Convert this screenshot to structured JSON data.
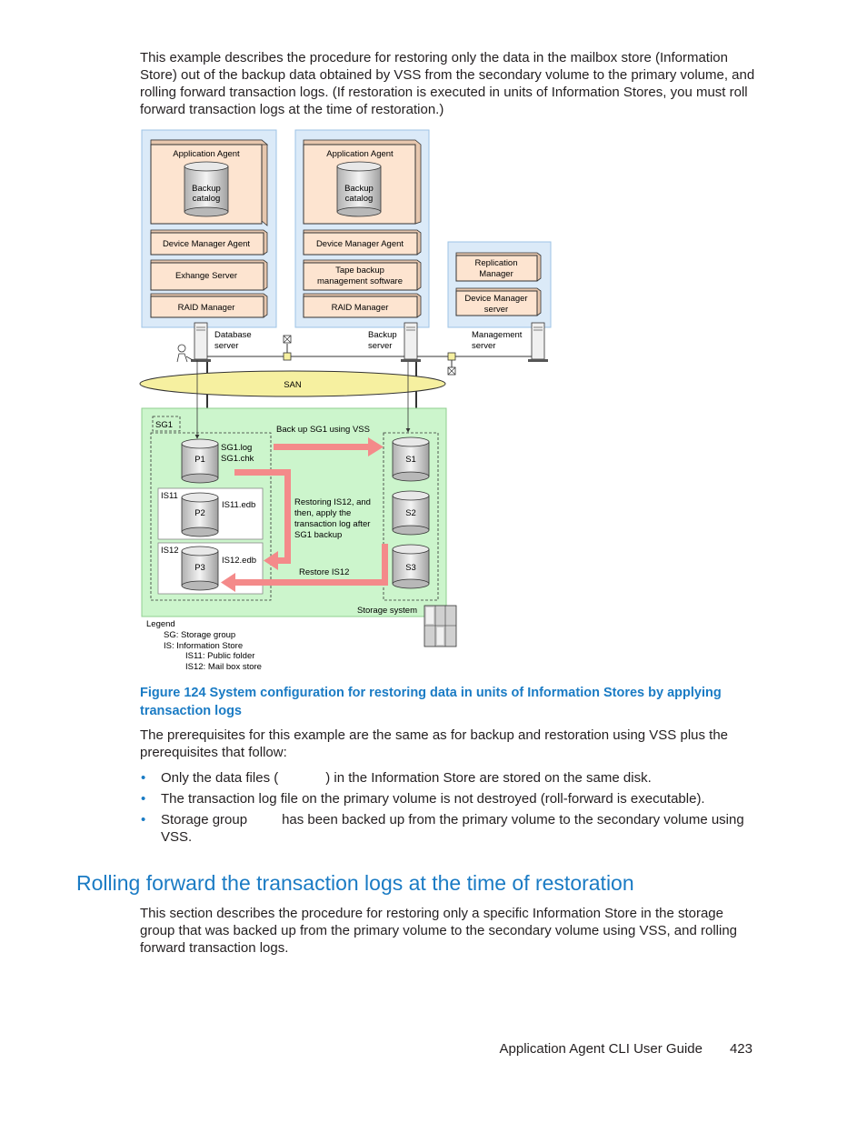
{
  "intro": "This example describes the procedure for restoring only the data in the mailbox store (Information Store) out of the backup data obtained by VSS from the secondary volume to the primary volume, and rolling forward transaction logs. (If restoration is executed in units of Information Stores, you must roll forward transaction logs at the time of restoration.)",
  "figure": {
    "db_server": {
      "app_agent": "Application Agent",
      "backup_catalog_1": "Backup",
      "backup_catalog_2": "catalog",
      "dm_agent": "Device Manager Agent",
      "exchange": "Exhange Server",
      "raid": "RAID Manager",
      "label_1": "Database",
      "label_2": "server"
    },
    "backup_server": {
      "app_agent": "Application Agent",
      "backup_catalog_1": "Backup",
      "backup_catalog_2": "catalog",
      "dm_agent": "Device Manager Agent",
      "tape_1": "Tape backup",
      "tape_2": "management software",
      "raid": "RAID Manager",
      "label_1": "Backup",
      "label_2": "server"
    },
    "mgmt_server": {
      "replication_1": "Replication",
      "replication_2": "Manager",
      "dm_server_1": "Device Manager",
      "dm_server_2": "server",
      "label_1": "Management",
      "label_2": "server"
    },
    "san": "SAN",
    "storage": {
      "sg1": "SG1",
      "backup_arrow": "Back up SG1 using VSS",
      "p1": "P1",
      "p1_file_1": "SG1.log",
      "p1_file_2": "SG1.chk",
      "is11": "IS11",
      "p2": "P2",
      "is11_file": "IS11.edb",
      "is12": "IS12",
      "p3": "P3",
      "is12_file": "IS12.edb",
      "s1": "S1",
      "s2": "S2",
      "s3": "S3",
      "restoring_1": "Restoring IS12, and",
      "restoring_2": "then, apply the",
      "restoring_3": "transaction log after",
      "restoring_4": "SG1 backup",
      "restore_is12": "Restore IS12",
      "storage_system": "Storage system"
    },
    "legend": {
      "title": "Legend",
      "sg": "SG: Storage group",
      "is": "IS: Information Store",
      "is11": "IS11: Public folder",
      "is12": "IS12: Mail box store"
    }
  },
  "caption": "Figure 124 System configuration for restoring data in units of Information Stores by applying transaction logs",
  "prereq": "The prerequisites for this example are the same as for backup and restoration using VSS plus the prerequisites that follow:",
  "bullets": {
    "b1_pre": "Only the data files (",
    "b1_post": ") in the Information Store are stored on the same disk.",
    "b2": "The transaction log file on the primary volume is not destroyed (roll-forward is executable).",
    "b3_pre": "Storage group",
    "b3_post": "has been backed up from the primary volume to the secondary volume using VSS.",
    "mark": "•"
  },
  "section": {
    "heading": "Rolling forward the transaction logs at the time of restoration",
    "body": "This section describes the procedure for restoring only a specific Information Store in the storage group that was backed up from the primary volume to the secondary volume using VSS, and rolling forward transaction logs."
  },
  "footer": {
    "guide": "Application Agent CLI User Guide",
    "page": "423"
  },
  "colors": {
    "accent": "#1a7bc4",
    "box_blue": "#dbeaf8",
    "box_peach": "#fde4d0",
    "storage_green": "#ccf5cc",
    "arrow_pink": "#f48a8a"
  }
}
